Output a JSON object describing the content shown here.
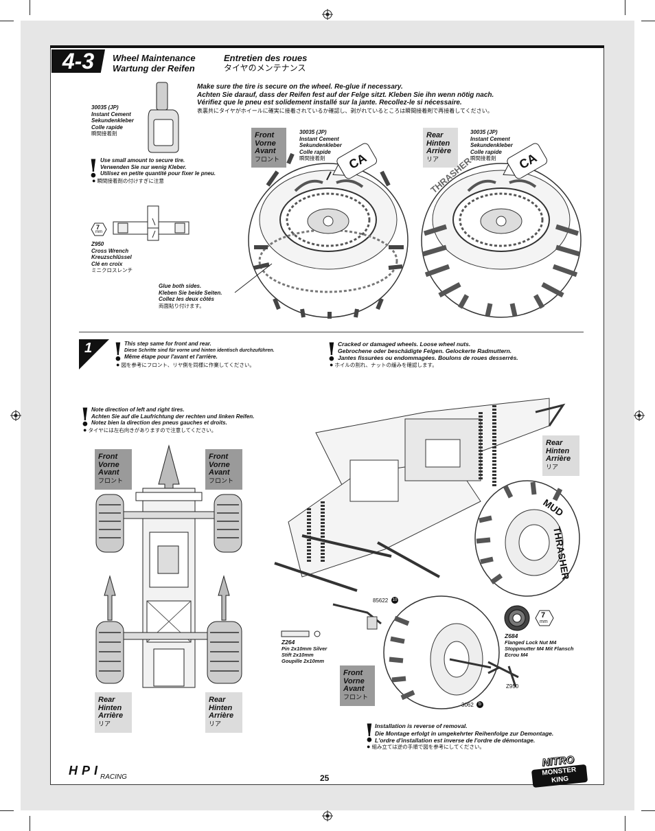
{
  "section": {
    "number": "4-3",
    "title_en": "Wheel Maintenance",
    "title_de": "Wartung der Reifen",
    "title_fr": "Entretien des roues",
    "title_jp": "タイヤのメンテナンス"
  },
  "intro": {
    "en": "Make sure the tire is secure on the wheel. Re-glue if necessary.",
    "de": "Achten Sie darauf, dass der Reifen fest auf der Felge sitzt. Kleben Sie ihn wenn nötig nach.",
    "fr": "Vérifiez que le pneu est solidement installé sur la jante. Recollez-le si nécessaire.",
    "jp": "表裏共にタイヤがホイールに確実に接着されているか確認し、剥がれているところは瞬間接着剤で再接着してください。"
  },
  "cement": {
    "code": "30035 (JP)",
    "en": "Instant Cement",
    "de": "Sekundenkleber",
    "fr": "Colle rapide",
    "jp": "瞬間接着剤",
    "bottle_label": "CA"
  },
  "cement_note": {
    "en": "Use small amount to secure tire.",
    "de": "Verwenden Sie nur wenig Kleber.",
    "fr": "Utilisez en petite quantité pour fixer le pneu.",
    "jp": "瞬間接着剤の付けすぎに注意"
  },
  "wrench": {
    "code": "Z950",
    "en": "Cross Wrench",
    "de": "Kreuzschlüssel",
    "fr": "Clé en croix",
    "jp": "ミニクロスレンチ",
    "size": "7",
    "unit": "mm"
  },
  "glue_note": {
    "en": "Glue both sides.",
    "de": "Kleben Sie beide Seiten.",
    "fr": "Collez les deux côtés",
    "jp": "両面貼り付けます。"
  },
  "front_label": {
    "en": "Front",
    "de": "Vorne",
    "fr": "Avant",
    "jp": "フロント"
  },
  "rear_label": {
    "en": "Rear",
    "de": "Hinten",
    "fr": "Arrière",
    "jp": "リア"
  },
  "step": {
    "number": "1",
    "note_a": {
      "en": "This step same for front and rear.",
      "de": "Diese Schritte sind für vorne und hinten identisch durchzuführen.",
      "fr": "Même étape pour l'avant et l'arrière.",
      "jp": "図を参考にフロント、リヤ側を同様に作業してください。"
    },
    "note_b": {
      "en": "Cracked or damaged wheels. Loose wheel nuts.",
      "de": "Gebrochene oder beschädigte Felgen. Gelockerte Radmuttern.",
      "fr": "Jantes fissurées ou endommagées. Boulons de roues desserrés.",
      "jp": "ホイルの割れ、ナットの緩みを確認します。"
    },
    "note_c": {
      "en": "Note direction of left and right tires.",
      "de": "Achten Sie auf die Laufrichtung der rechten und linken Reifen.",
      "fr": "Notez bien la direction des pneus gauches et droits.",
      "jp": "タイヤには左右向きがありますので注意してください。"
    },
    "note_d": {
      "en": "Installation is reverse of removal.",
      "de": "Die Montage erfolgt in umgekehrter Reihenfolge zur Demontage.",
      "fr": "L'ordre d'installation est inverse de l'ordre de démontage.",
      "jp": "組み立ては逆の手順で図を参考にしてください。"
    }
  },
  "parts": {
    "z264": {
      "code": "Z264",
      "en": "Pin 2x10mm Silver",
      "de": "Stift 2x10mm",
      "fr": "Goupille 2x10mm"
    },
    "z684": {
      "code": "Z684",
      "en": "Flanged Lock Nut M4",
      "de": "Stoppmutter M4 Mit Flansch",
      "fr": "Ecrou M4"
    },
    "callout_85622": "85622",
    "callout_85622_badge": "10",
    "callout_3062": "3062",
    "callout_3062_badge": "b",
    "callout_z950": "Z950",
    "nut_size": "7",
    "nut_unit": "mm"
  },
  "tire_brand_1": "MUD",
  "tire_brand_2": "THRASHER",
  "footer": {
    "page_number": "25",
    "logo_left": "HPI",
    "logo_left_sub": "RACING",
    "logo_right_1": "NITRO",
    "logo_right_2": "MONSTER KING"
  }
}
